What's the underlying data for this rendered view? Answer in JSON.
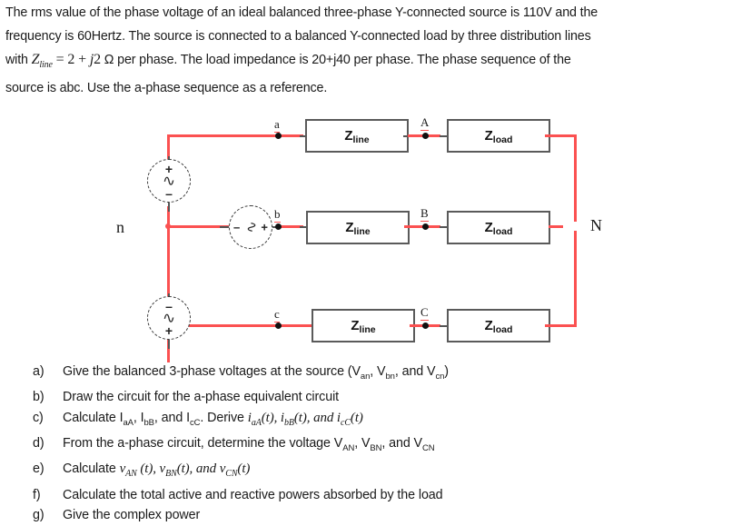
{
  "problem": {
    "line1": "The rms value of the phase voltage of an ideal balanced three-phase Y-connected source is 110V and the",
    "line2": "frequency is 60Hertz. The source is connected to a balanced Y-connected load by three distribution lines",
    "line3_pre": "with ",
    "line3_symbol": "Z",
    "line3_symbol_sub": "line",
    "line3_eq": " = 2 + ",
    "line3_j": "j",
    "line3_val": "2",
    "line3_post": " Ω per phase. The load impedance is 20+j40 per phase. The phase sequence of the",
    "line4": "source is abc. Use the a-phase sequence as a reference."
  },
  "circuit": {
    "neutral_label": "n",
    "load_neutral_label": "N",
    "source_labels": [
      "a",
      "b",
      "c"
    ],
    "load_labels": [
      "A",
      "B",
      "C"
    ],
    "line_box_label": "Z",
    "line_box_sub": "line",
    "load_box_label": "Z",
    "load_box_sub": "load",
    "source_polarity": {
      "top": {
        "top_sign": "+",
        "bottom_sign": "–",
        "symbol": "∿"
      },
      "middle": {
        "left_sign": "–",
        "right_sign": "+",
        "symbol": "∿"
      },
      "bottom": {
        "top_sign": "–",
        "bottom_sign": "+",
        "symbol": "∿"
      }
    },
    "wire_color": "#fb5151",
    "box_border_color": "#5a5a5a"
  },
  "questions": [
    {
      "key": "a)",
      "parts": [
        {
          "t": "text",
          "v": "Give the balanced 3-phase voltages at the source (V"
        },
        {
          "t": "sub",
          "v": "an"
        },
        {
          "t": "text",
          "v": ", V"
        },
        {
          "t": "sub",
          "v": "bn"
        },
        {
          "t": "text",
          "v": ", and V"
        },
        {
          "t": "sub",
          "v": "cn"
        },
        {
          "t": "text",
          "v": ")"
        }
      ]
    },
    {
      "key": "b)",
      "parts": [
        {
          "t": "text",
          "v": "Draw the circuit for the a-phase equivalent circuit"
        }
      ]
    },
    {
      "key": "c)",
      "parts": [
        {
          "t": "text",
          "v": "Calculate I"
        },
        {
          "t": "sub",
          "v": "aA"
        },
        {
          "t": "text",
          "v": ", I"
        },
        {
          "t": "sub",
          "v": "bB"
        },
        {
          "t": "text",
          "v": ", and I"
        },
        {
          "t": "sub",
          "v": "cC"
        },
        {
          "t": "text",
          "v": ". Derive "
        },
        {
          "t": "ital",
          "v": "i"
        },
        {
          "t": "italsub",
          "v": "aA"
        },
        {
          "t": "ital",
          "v": "(t), "
        },
        {
          "t": "ital",
          "v": "i"
        },
        {
          "t": "italsub",
          "v": "bB"
        },
        {
          "t": "ital",
          "v": "(t), and "
        },
        {
          "t": "ital",
          "v": "i"
        },
        {
          "t": "italsub",
          "v": "cC"
        },
        {
          "t": "ital",
          "v": "(t)"
        }
      ]
    },
    {
      "key": "d)",
      "parts": [
        {
          "t": "text",
          "v": "From the a-phase circuit, determine the voltage V"
        },
        {
          "t": "sub",
          "v": "AN"
        },
        {
          "t": "text",
          "v": ", V"
        },
        {
          "t": "sub",
          "v": "BN"
        },
        {
          "t": "text",
          "v": ", and V"
        },
        {
          "t": "sub",
          "v": "CN"
        }
      ]
    },
    {
      "key": "e)",
      "parts": [
        {
          "t": "text",
          "v": "Calculate "
        },
        {
          "t": "ital",
          "v": "v"
        },
        {
          "t": "italsub",
          "v": "AN"
        },
        {
          "t": "ital",
          "v": " (t), "
        },
        {
          "t": "ital",
          "v": "v"
        },
        {
          "t": "italsub",
          "v": "BN"
        },
        {
          "t": "ital",
          "v": "(t), and "
        },
        {
          "t": "ital",
          "v": "v"
        },
        {
          "t": "italsub",
          "v": "CN"
        },
        {
          "t": "ital",
          "v": "(t)"
        }
      ]
    },
    {
      "key": "f)",
      "parts": [
        {
          "t": "text",
          "v": "Calculate the total active and reactive powers absorbed by the load"
        }
      ]
    },
    {
      "key": "g)",
      "parts": [
        {
          "t": "text",
          "v": "Give the complex power"
        }
      ]
    }
  ]
}
